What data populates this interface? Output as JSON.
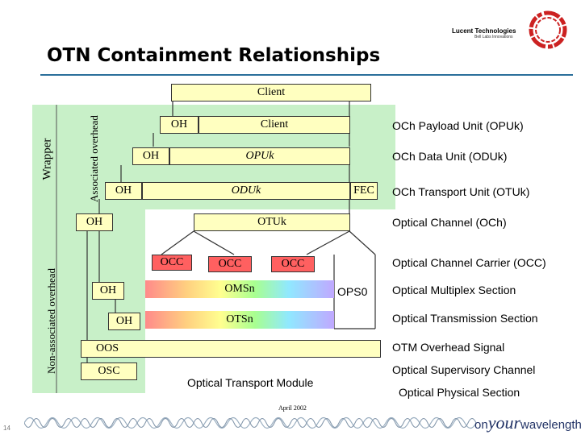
{
  "header": {
    "title": "OTN Containment Relationships",
    "logo_company": "Lucent Technologies",
    "logo_tagline": "Bell Labs Innovations"
  },
  "diagram": {
    "client_top": "Client",
    "wrapper_label": "Wrapper",
    "associated_overhead_label": "Associated overhead",
    "non_associated_overhead_label": "Non-associated overhead",
    "boxes": {
      "oh_opu": "OH",
      "client_inner": "Client",
      "oh_odu": "OH",
      "opuk": "OPUk",
      "oh_otu": "OH",
      "oduk": "ODUk",
      "fec": "FEC",
      "oh_och": "OH",
      "otuk": "OTUk",
      "occ_1": "OCC",
      "occ_2": "OCC",
      "occ_3": "OCC",
      "oh_oms": "OH",
      "omsn": "OMSn",
      "ops0": "OPS0",
      "oh_ots": "OH",
      "otsn": "OTSn",
      "oos": "OOS",
      "osc": "OSC"
    },
    "optical_transport_module": "Optical Transport Module"
  },
  "legend": [
    "OCh Payload Unit (OPUk)",
    "OCh Data Unit (ODUk)",
    "OCh Transport Unit (OTUk)",
    "Optical Channel (OCh)",
    "Optical Channel Carrier (OCC)",
    "Optical Multiplex Section",
    "Optical Transmission Section",
    "OTM Overhead Signal",
    "Optical Supervisory Channel",
    "Optical Physical Section"
  ],
  "footer": {
    "date": "April 2002",
    "page": "14",
    "brand_on": "on",
    "brand_your": "your",
    "brand_wavelength": "wavelength"
  },
  "colors": {
    "title_rule": "#2a6f9a",
    "green_panel": "#c8f0c8",
    "box_fill": "#ffffc0",
    "occ_fill": "#ff6060",
    "logo_red": "#cc2222"
  }
}
